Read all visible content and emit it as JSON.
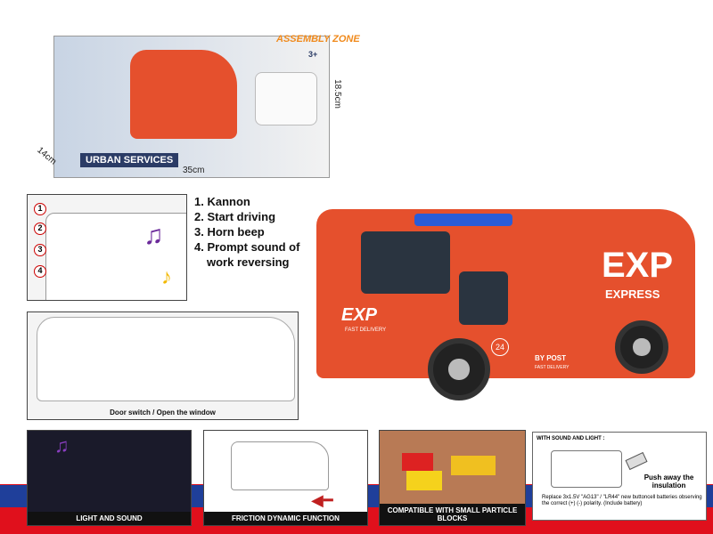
{
  "package": {
    "brand_logo": "ASSEMBLY ZONE",
    "series": "URBAN SERVICES",
    "width": "35cm",
    "depth": "14cm",
    "height": "18.5cm",
    "age": "3+"
  },
  "features": [
    "1. Kannon",
    "2. Start driving",
    "3. Horn beep",
    "4. Prompt sound of",
    "work reversing"
  ],
  "callout_numbers": [
    "1",
    "2",
    "3",
    "4"
  ],
  "door_panel": {
    "caption": "Door switch / Open the window"
  },
  "truck": {
    "logo": "EXP",
    "brand": "EXPRESS",
    "side_text": "EXP",
    "side_sub": "FAST DELIVERY",
    "badge": "24",
    "post": "BY POST",
    "post_sub": "FAST DELIVERY",
    "color": "#e5502d"
  },
  "bottom_panels": [
    {
      "caption": "LIGHT AND SOUND"
    },
    {
      "caption": "FRICTION DYNAMIC FUNCTION"
    },
    {
      "caption": "COMPATIBLE WITH SMALL PARTICLE BLOCKS"
    }
  ],
  "battery": {
    "title": "WITH SOUND AND LIGHT :",
    "push": "Push away the insulation",
    "note": "Replace 3x1.5V \"AG13\" / \"LR44\" new buttoncell batteries observing the correct (+) (-) polarity. (Include battery)"
  }
}
